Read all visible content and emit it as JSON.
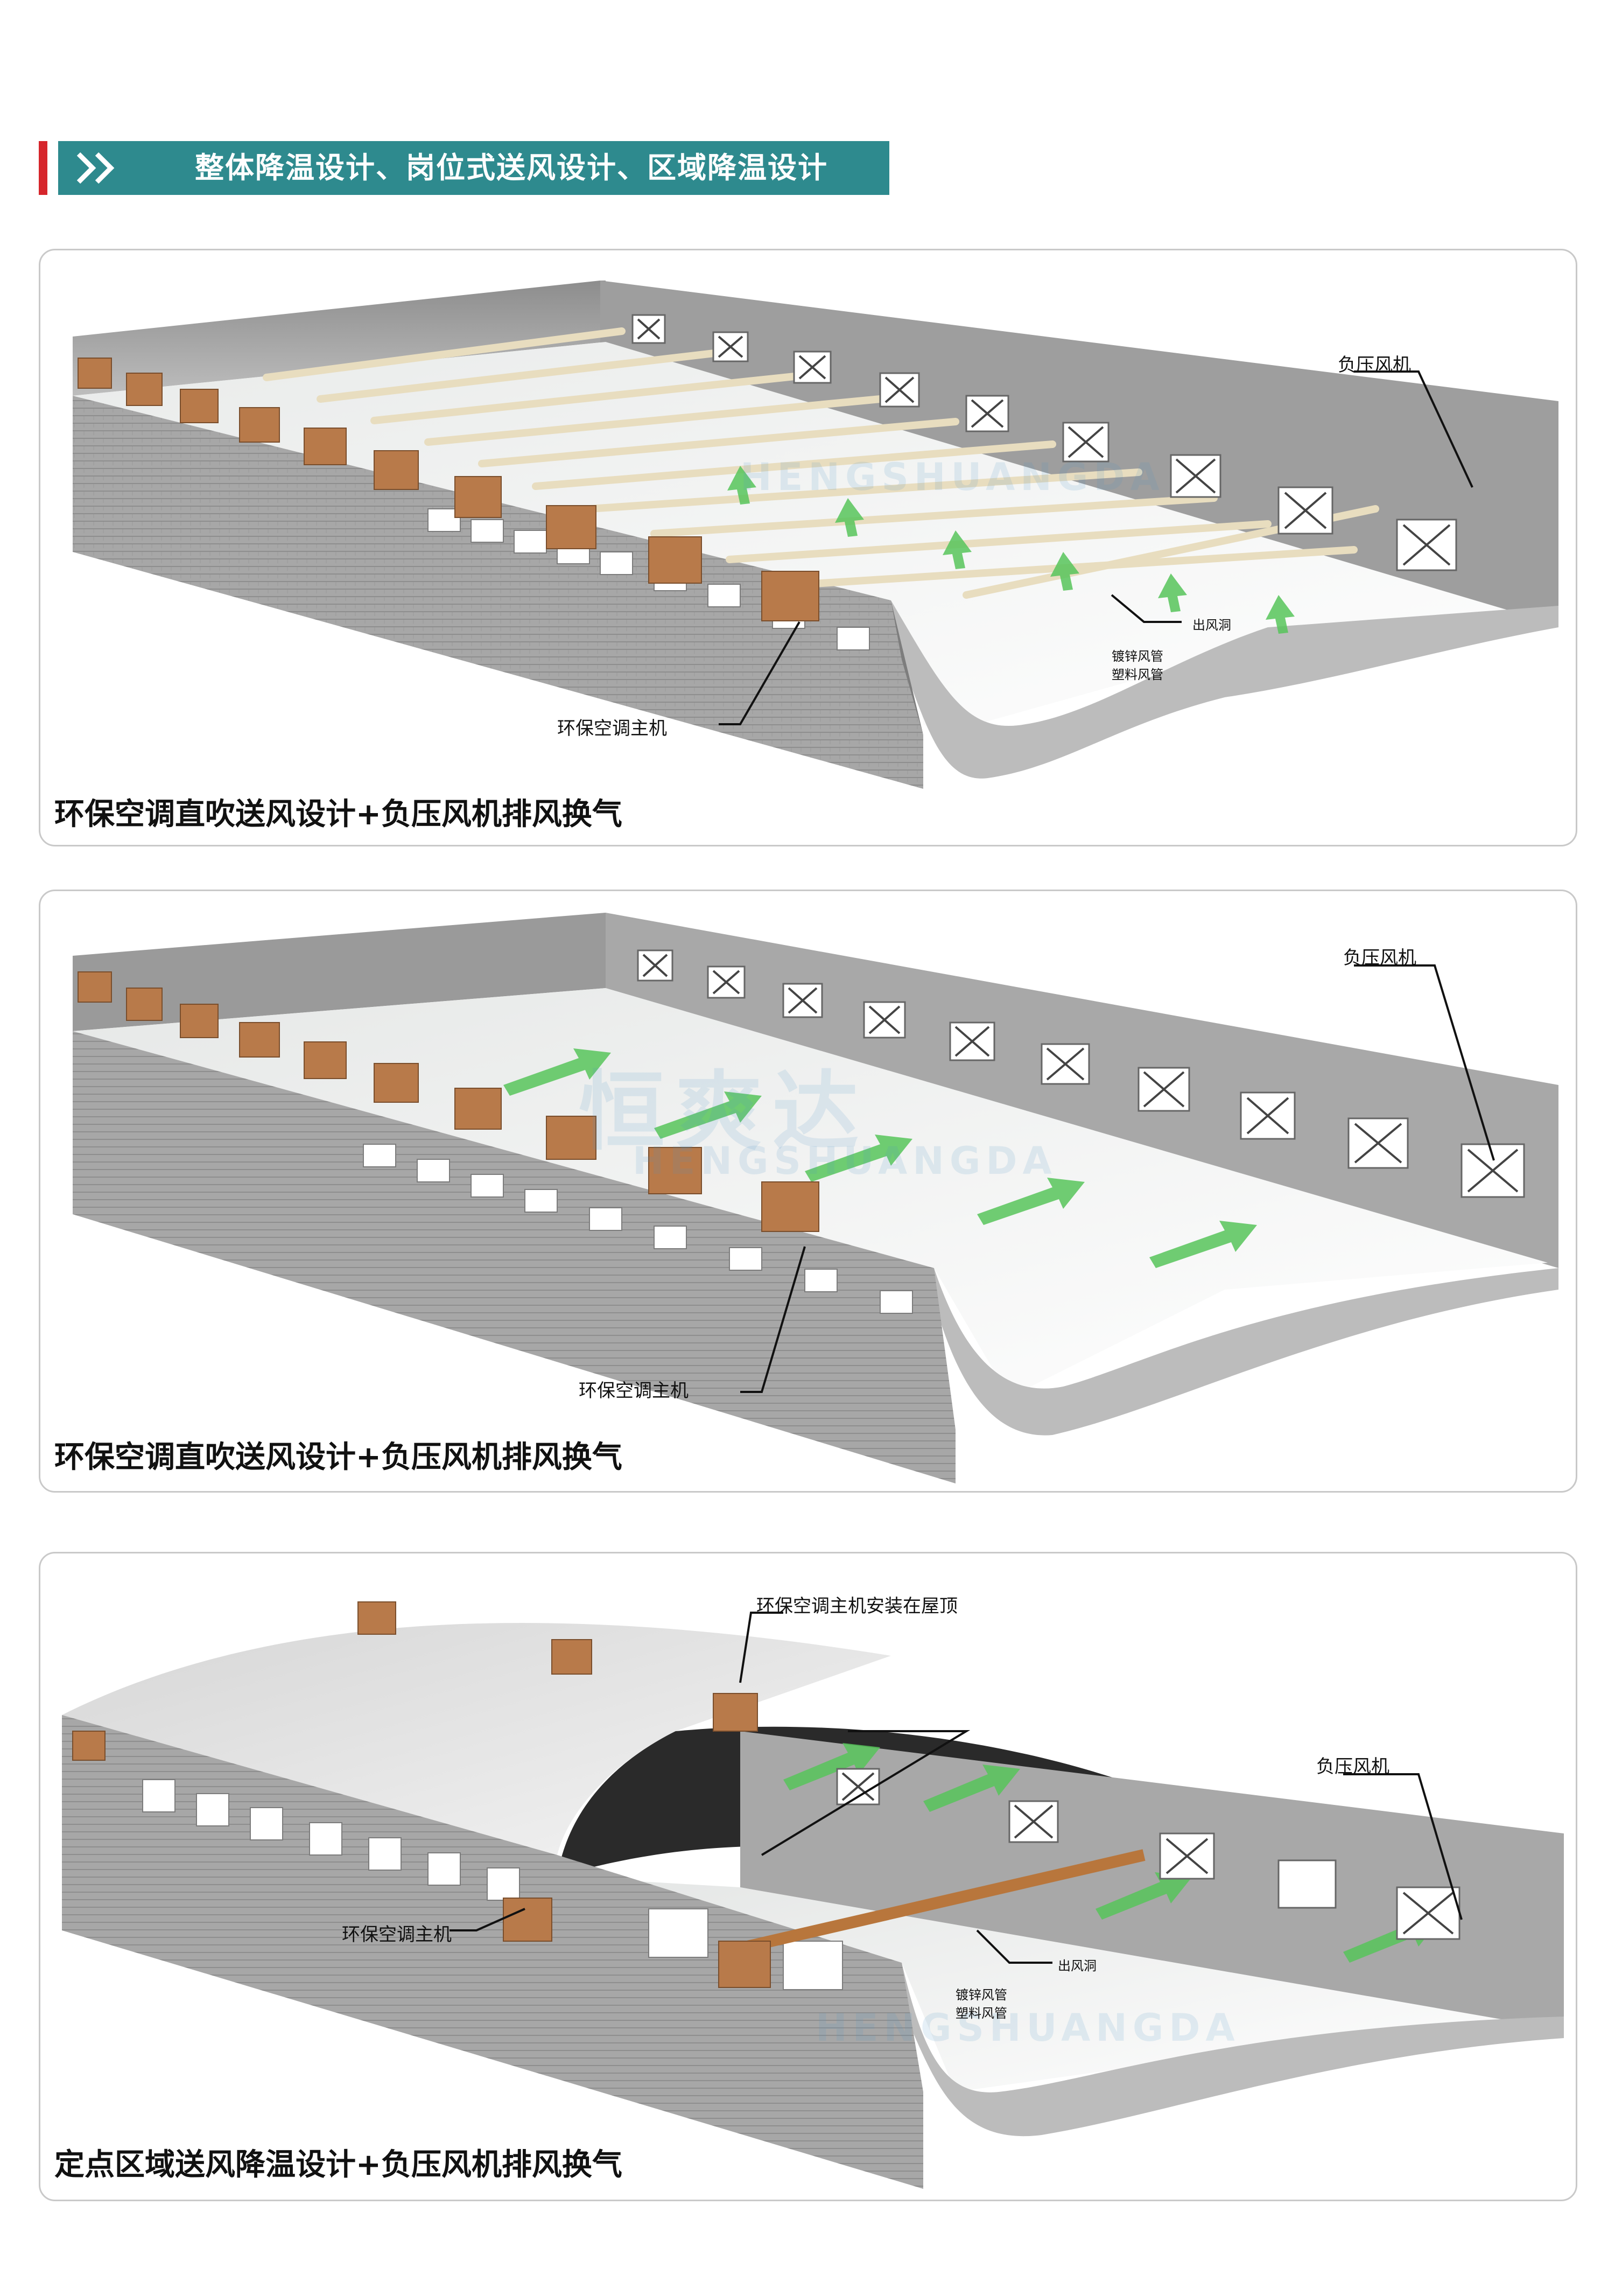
{
  "header": {
    "title": "整体降温设计、岗位式送风设计、区域降温设计",
    "accent_red": "#d6262c",
    "accent_teal": "#2e8a8e",
    "icon": "double-chevron-icon"
  },
  "panels": [
    {
      "caption": "环保空调直吹送风设计+负压风机排风换气",
      "labels": {
        "fan": "负压风机",
        "air_cooler": "环保空调主机",
        "outlet": "出风洞",
        "duct_1": "镀锌风管",
        "duct_2": "塑料风管"
      },
      "watermark": "HENGSHUANGDA"
    },
    {
      "caption": "环保空调直吹送风设计+负压风机排风换气",
      "labels": {
        "fan": "负压风机",
        "air_cooler": "环保空调主机"
      },
      "watermark": "恒爽达",
      "watermark_sub": "HENGSHUANGDA"
    },
    {
      "caption": "定点区域送风降温设计+负压风机排风换气",
      "labels": {
        "roof": "环保空调主机安装在屋顶",
        "fan": "负压风机",
        "air_cooler": "环保空调主机",
        "outlet": "出风洞",
        "duct_1": "镀锌风管",
        "duct_2": "塑料风管"
      },
      "watermark_sub": "HENGSHUANGDA"
    }
  ],
  "colors": {
    "wall": "#a9a9a9",
    "wall_dark": "#8c8c8c",
    "floor": "#f2f3f2",
    "cooler": "#b87a4a",
    "duct": "#efe4c8",
    "duct_orange": "#b8763c",
    "airflow_green": "#57c45a"
  }
}
